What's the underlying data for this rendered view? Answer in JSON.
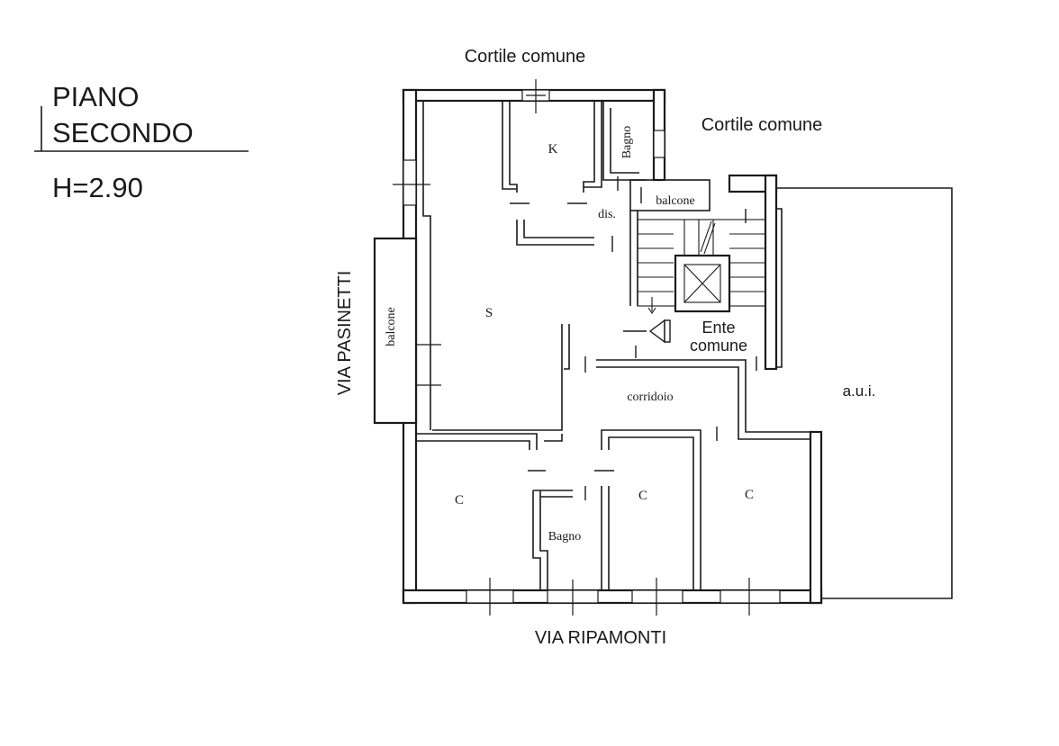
{
  "title": {
    "line1": "PIANO",
    "line2": "SECONDO",
    "height": "H=2.90"
  },
  "streets": {
    "top": "Cortile comune",
    "top_right": "Cortile comune",
    "left": "VIA PASINETTI",
    "bottom": "VIA RIPAMONTI"
  },
  "rooms": {
    "kitchen": "K",
    "bath_top": "Bagno",
    "balcony_top": "balcone",
    "dis": "dis.",
    "living": "S",
    "balcony_left": "balcone",
    "common_line1": "Ente",
    "common_line2": "comune",
    "aui": "a.u.i.",
    "corridor": "corridoio",
    "bedroom_1": "C",
    "bath_bottom": "Bagno",
    "bedroom_2": "C",
    "bedroom_3": "C"
  }
}
